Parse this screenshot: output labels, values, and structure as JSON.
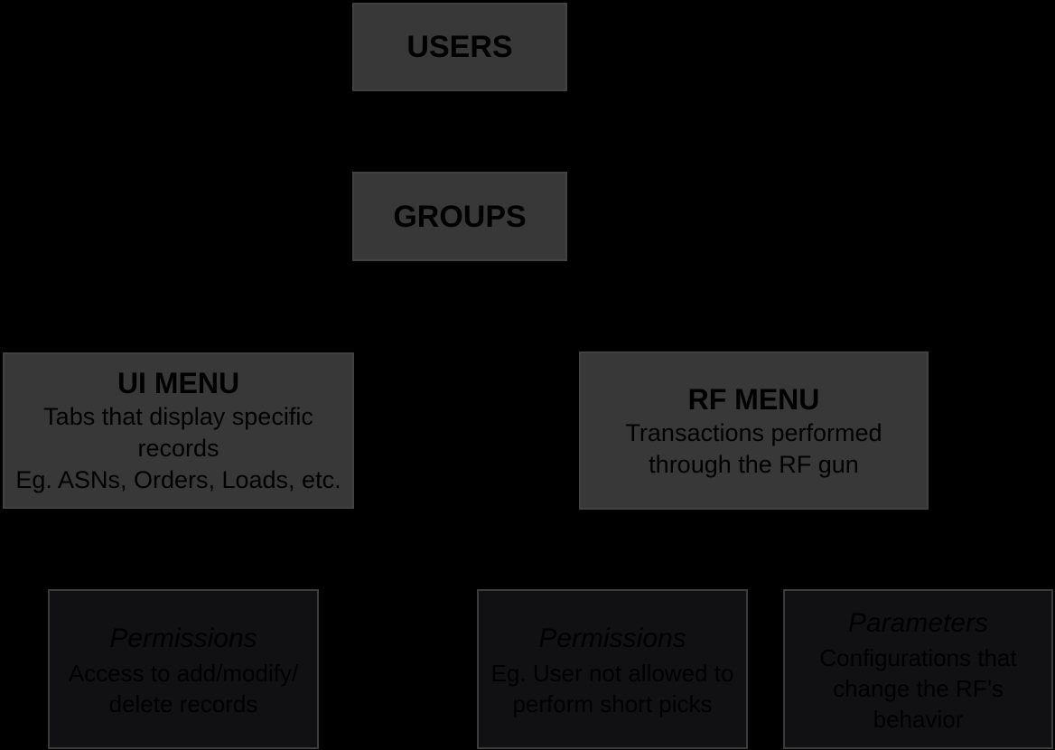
{
  "diagram": {
    "background_color": "#000000",
    "major_box_fill": "#383838",
    "major_box_border": "#424242",
    "sub_box_fill": "#111113",
    "sub_box_border": "#3c3c3c",
    "text_color": "#000000",
    "nodes": {
      "users": {
        "title": "USERS"
      },
      "groups": {
        "title": "GROUPS"
      },
      "ui_menu": {
        "title": "UI MENU",
        "lines": [
          "Tabs that display specific",
          "records",
          "Eg. ASNs, Orders, Loads, etc."
        ]
      },
      "rf_menu": {
        "title": "RF MENU",
        "lines": [
          "Transactions performed",
          "through the RF gun"
        ]
      },
      "ui_permissions": {
        "title": "Permissions",
        "lines": [
          "Access to add/modify/",
          "delete records"
        ]
      },
      "rf_permissions": {
        "title": "Permissions",
        "lines": [
          "Eg. User not allowed to",
          "perform short picks"
        ]
      },
      "rf_parameters": {
        "title": "Parameters",
        "lines": [
          "Configurations that",
          "change the RF’s",
          "behavior"
        ]
      }
    }
  }
}
